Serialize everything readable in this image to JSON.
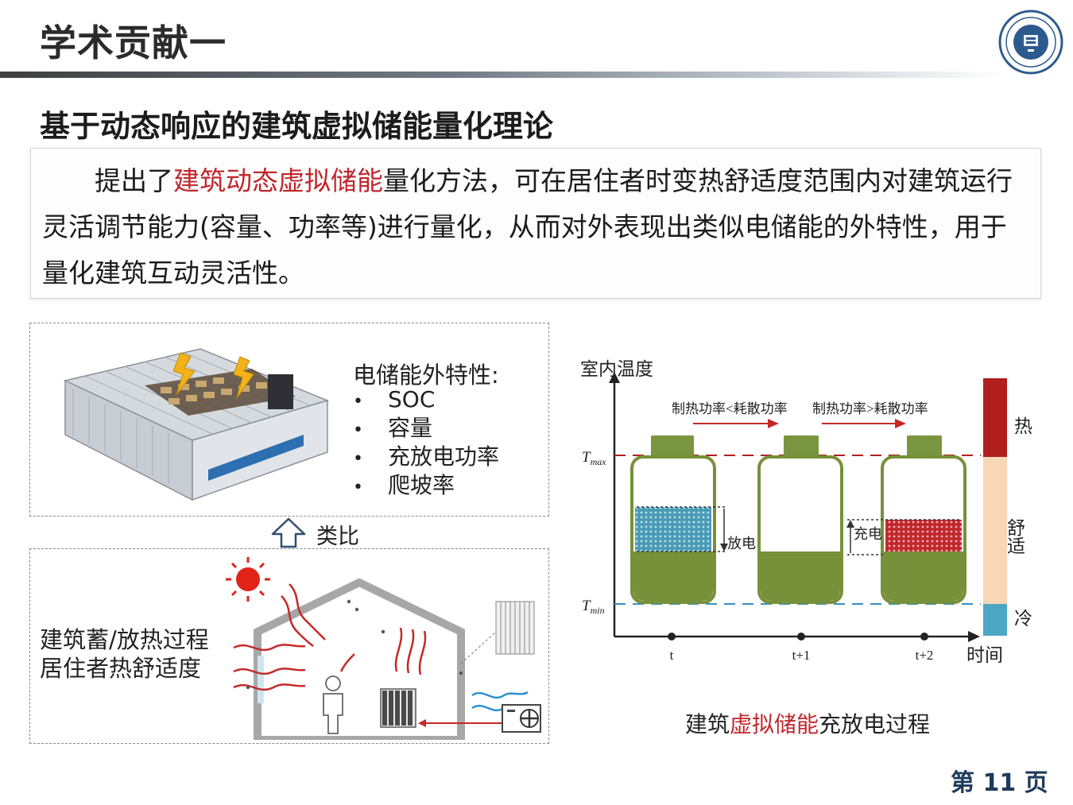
{
  "slide": {
    "title": "学术贡献一",
    "subtitle": "基于动态响应的建筑虚拟储能量化理论"
  },
  "logo": {
    "icon": "university-seal-icon",
    "color": "#2d5a8c"
  },
  "description": {
    "intro": "提出了",
    "highlight": "建筑动态虚拟储能",
    "body": "量化方法，可在居住者时变热舒适度范围内对建筑运行灵活调节能力(容量、功率等)进行量化，从而对外表现出类似电储能的外特性，用于量化建筑互动灵活性。"
  },
  "storage_panel": {
    "features_title": "电储能外特性:",
    "features": [
      "SOC",
      "容量",
      "充放电功率",
      "爬坡率"
    ],
    "device_icon": "energy-storage-container-icon"
  },
  "analogy": {
    "label": "类比",
    "icon": "up-arrow-icon"
  },
  "building_panel": {
    "lines": [
      "建筑蓄/放热过程",
      "居住者热舒适度"
    ],
    "icons": [
      "sun-icon",
      "house-icon",
      "person-icon",
      "radiator-icon",
      "heat-pump-icon",
      "wall-layer-icon"
    ]
  },
  "chart": {
    "y_axis_label": "室内温度",
    "x_axis_label": "时间",
    "t_max": "T",
    "t_max_sub": "max",
    "t_min": "T",
    "t_min_sub": "min",
    "ticks": [
      "t",
      "t+1",
      "t+2"
    ],
    "annotation_left": "制热功率<耗散功率",
    "annotation_right": "制热功率>耗散功率",
    "discharge_label": "放电",
    "charge_label": "充电",
    "zones": {
      "hot": "热",
      "comfort": "舒适",
      "cold": "冷"
    },
    "colors": {
      "battery": "#76913a",
      "cap": "#79953f",
      "discharge": "#4a9bb5",
      "charge": "#c0282d",
      "hot": "#b11e1e",
      "comfort": "#f7d7b5",
      "cold": "#4da6c4"
    }
  },
  "chart_caption": {
    "part1": "建筑",
    "highlight": "虚拟储能",
    "part2": "充放电过程"
  },
  "page": {
    "label": "第 11 页"
  }
}
